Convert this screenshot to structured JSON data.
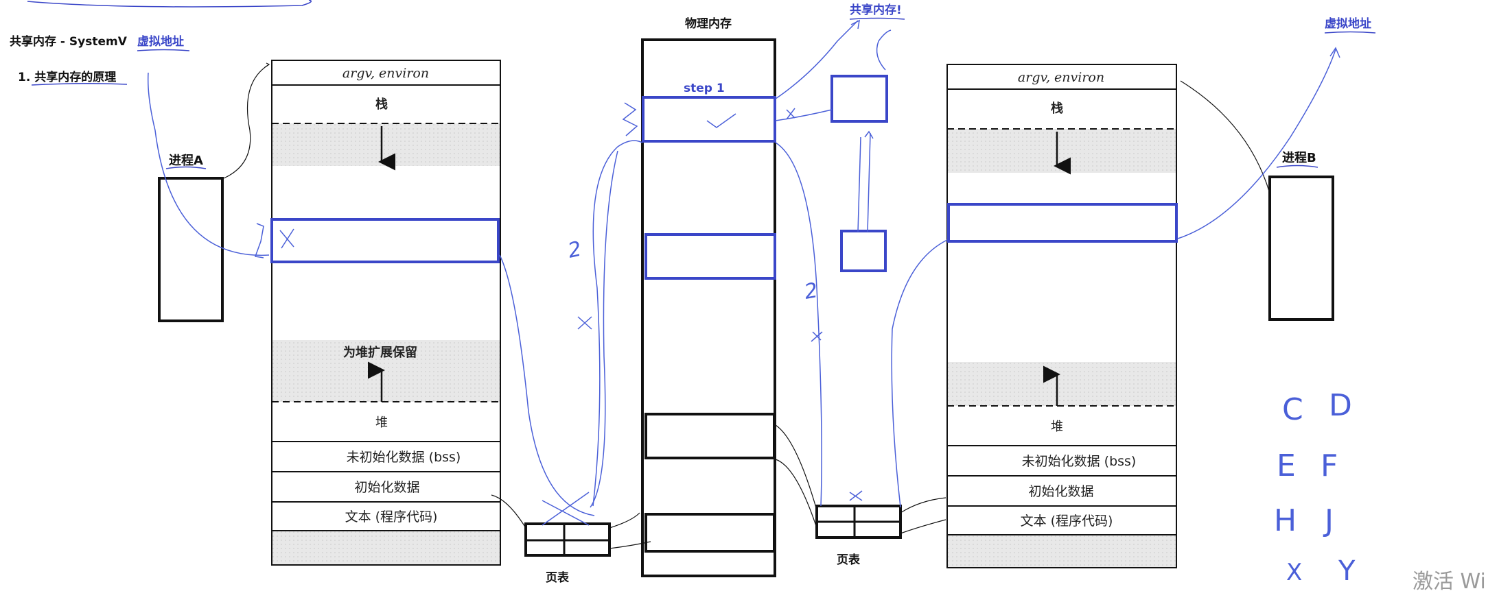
{
  "header": {
    "title": "共享内存 - SystemV",
    "title_note": "虚拟地址",
    "section": "1. 共享内存的原理"
  },
  "process_a": {
    "label": "进程A",
    "segments": {
      "argv": "argv, environ",
      "stack": "栈",
      "heap_reserve": "为堆扩展保留",
      "heap": "堆",
      "bss": "未初始化数据 (bss)",
      "data": "初始化数据",
      "text": "文本 (程序代码)"
    },
    "page_table_label": "页表"
  },
  "physical_memory": {
    "label": "物理内存",
    "step": "step 1",
    "shared_note": "共享内存!"
  },
  "process_b": {
    "label": "进程B",
    "virtual_note": "虚拟地址",
    "segments": {
      "argv": "argv, environ",
      "stack": "栈",
      "heap": "堆",
      "bss": "未初始化数据 (bss)",
      "data": "初始化数据",
      "text": "文本 (程序代码)"
    },
    "page_table_label": "页表"
  },
  "handwritten": {
    "letters": [
      "C",
      "D",
      "E",
      "F",
      "H",
      "J",
      "X",
      "Y"
    ],
    "numbers": [
      "2",
      "2"
    ],
    "mark_x": "X",
    "mark_check": "✓"
  },
  "watermark": "激活 Wi",
  "colors": {
    "accent_blue": "#3a46c8",
    "ink": "#111111",
    "shade": "#e6e6e6",
    "pen": "#4a5fd8"
  }
}
